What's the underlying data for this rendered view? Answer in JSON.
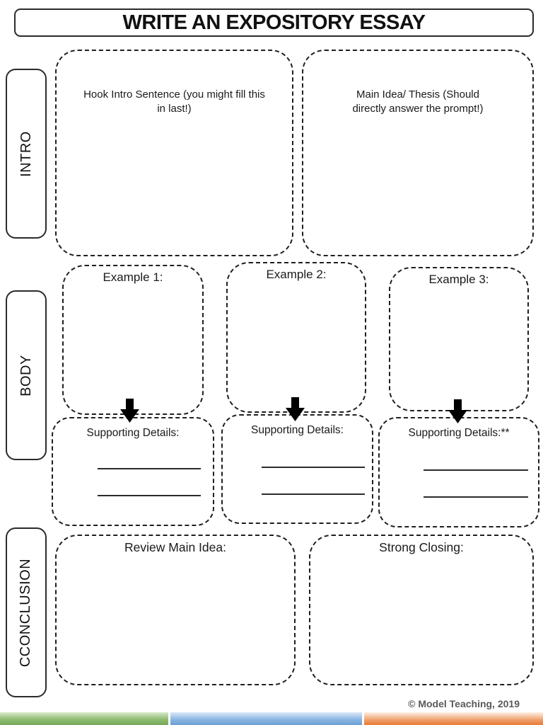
{
  "title": "WRITE AN EXPOSITORY ESSAY",
  "sections": {
    "intro": {
      "label": "INTRO",
      "hook_box": "Hook Intro Sentence (you might fill this in last!)",
      "thesis_box": "Main Idea/ Thesis (Should directly answer the prompt!)"
    },
    "body": {
      "label": "BODY",
      "example1": "Example 1:",
      "example2": "Example 2:",
      "example3": "Example 3:",
      "supporting1": "Supporting Details:",
      "supporting2": "Supporting Details:",
      "supporting3": "Supporting Details:**",
      "blank_lines_per_box": 2
    },
    "conclusion": {
      "label": "CCONCLUSION",
      "review_box": "Review Main Idea:",
      "closing_box": "Strong Closing:"
    }
  },
  "footer": {
    "copyright": "© Model Teaching, 2019"
  },
  "colors": {
    "bar_green": "#74a95a",
    "bar_blue": "#6b9fd4",
    "bar_orange": "#e87c35",
    "border": "#1f1f1f",
    "footer_text": "#595959"
  },
  "icons": {
    "down_arrow": "black block arrow pointing down"
  }
}
